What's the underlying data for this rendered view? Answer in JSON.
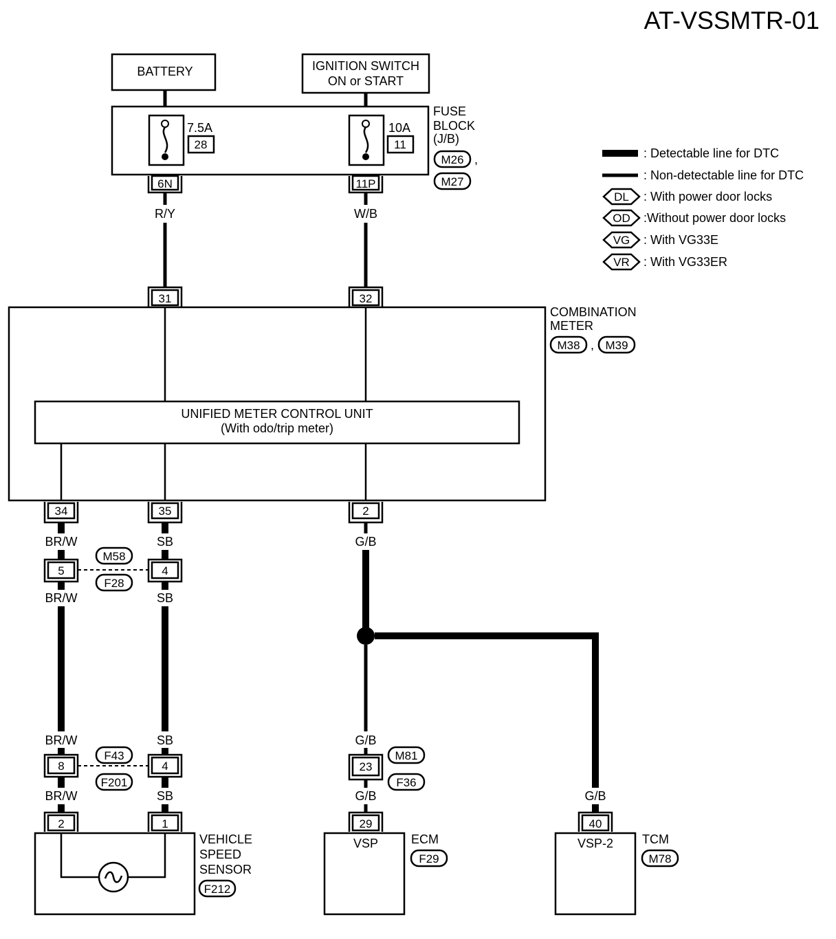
{
  "title": "AT-VSSMTR-01",
  "battery": "BATTERY",
  "ignition": {
    "line1": "IGNITION SWITCH",
    "line2": "ON or START"
  },
  "fuse_block": {
    "line1": "FUSE",
    "line2": "BLOCK",
    "line3": "(J/B)",
    "conn1": "M26",
    "sep": ",",
    "conn2": "M27",
    "fuse_left": {
      "amps": "7.5A",
      "num": "28",
      "pin": "6N"
    },
    "fuse_right": {
      "amps": "10A",
      "num": "11",
      "pin": "11P"
    }
  },
  "wires": {
    "ry": "R/Y",
    "wb": "W/B",
    "brw": "BR/W",
    "sb": "SB",
    "gb": "G/B"
  },
  "legend": {
    "detectable": ": Detectable line for DTC",
    "non_detectable": ": Non-detectable line for DTC",
    "dl": {
      "tag": "DL",
      "text": ": With power door locks"
    },
    "od": {
      "tag": "OD",
      "text": ":Without power door locks"
    },
    "vg": {
      "tag": "VG",
      "text": ": With VG33E"
    },
    "vr": {
      "tag": "VR",
      "text": ": With VG33ER"
    }
  },
  "combination_meter": {
    "line1": "COMBINATION",
    "line2": "METER",
    "conn1": "M38",
    "sep": ",",
    "conn2": "M39",
    "pin_top_left": "31",
    "pin_top_right": "32",
    "pin_bottom_1": "34",
    "pin_bottom_2": "35",
    "pin_bottom_3": "2"
  },
  "control_unit": {
    "line1": "UNIFIED METER CONTROL UNIT",
    "line2": "(With odo/trip meter)"
  },
  "joint_1": {
    "pin_a": "5",
    "pin_b": "4",
    "conn_top": "M58",
    "conn_bottom": "F28"
  },
  "joint_2": {
    "pin_a": "8",
    "pin_b": "4",
    "conn_top": "F43",
    "conn_bottom": "F201"
  },
  "joint_3": {
    "pin": "23",
    "conn_top": "M81",
    "conn_bottom": "F36"
  },
  "vss": {
    "pin_a": "2",
    "pin_b": "1",
    "line1": "VEHICLE",
    "line2": "SPEED",
    "line3": "SENSOR",
    "conn": "F212"
  },
  "ecm": {
    "pin": "29",
    "label": "VSP",
    "name": "ECM",
    "conn": "F29"
  },
  "tcm": {
    "pin": "40",
    "label": "VSP-2",
    "name": "TCM",
    "conn": "M78"
  }
}
